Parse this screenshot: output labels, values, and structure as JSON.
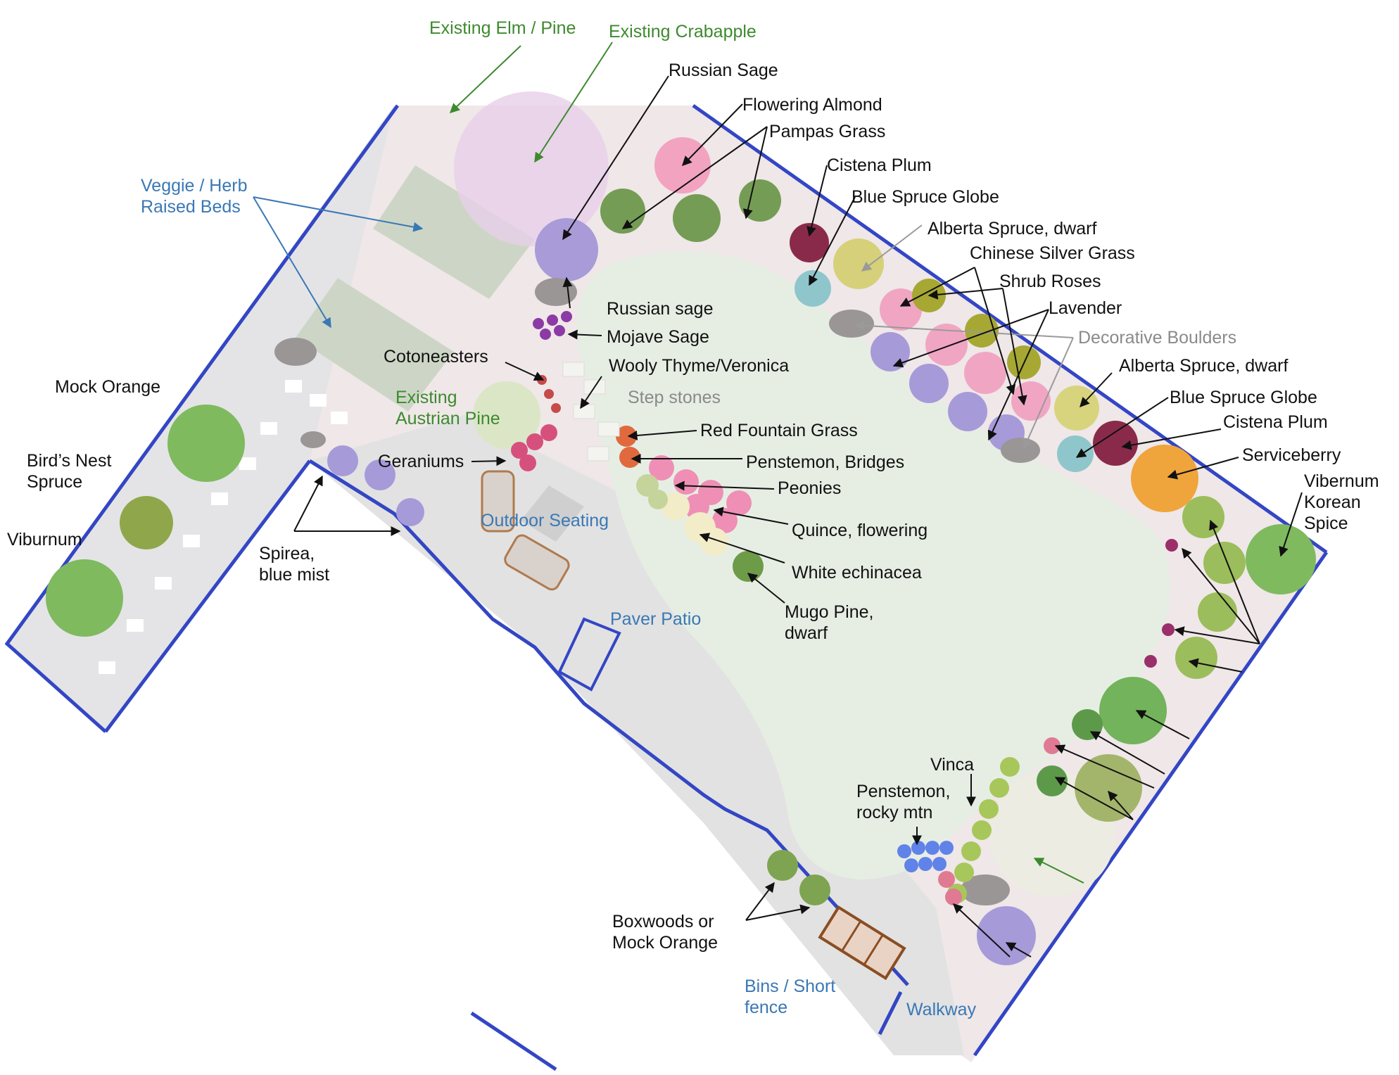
{
  "colors": {
    "lawn": "#e6eee4",
    "garden_bed": "#efe7e8",
    "paver": "#e3e3e3",
    "walkway": "#ecebea",
    "boundary": "#3346c4",
    "label_green": "#3d8a2e",
    "label_blue": "#3a78b5",
    "label_gray": "#8a8a8a",
    "label_black": "#111111"
  },
  "labels": {
    "existing_elm_pine": "Existing Elm / Pine",
    "existing_crabapple": "Existing Crabapple",
    "russian_sage_top": "Russian Sage",
    "flowering_almond": "Flowering Almond",
    "pampas_grass": "Pampas Grass",
    "cistena_plum_top": "Cistena Plum",
    "blue_spruce_globe_top": "Blue Spruce Globe",
    "alberta_spruce_top": "Alberta Spruce, dwarf",
    "chinese_silver_grass": "Chinese Silver Grass",
    "shrub_roses": "Shrub Roses",
    "lavender": "Lavender",
    "decorative_boulders": "Decorative Boulders",
    "alberta_spruce_right": "Alberta Spruce, dwarf",
    "blue_spruce_globe_right": "Blue Spruce Globe",
    "cistena_plum_right": "Cistena Plum",
    "serviceberry": "Serviceberry",
    "viburnum_korean_line1": "Vibernum",
    "viburnum_korean_line2": "Korean",
    "viburnum_korean_line3": "Spice",
    "veggie_beds_line1": "Veggie / Herb",
    "veggie_beds_line2": "Raised Beds",
    "russian_sage_lower": "Russian sage",
    "mojave_sage": "Mojave Sage",
    "cotoneasters": "Cotoneasters",
    "wooly_thyme": "Wooly Thyme/Veronica",
    "mock_orange": "Mock Orange",
    "existing_austrian_pine_line1": "Existing",
    "existing_austrian_pine_line2": "Austrian Pine",
    "step_stones": "Step stones",
    "red_fountain_grass": "Red Fountain Grass",
    "birds_nest_line1": "Bird’s Nest",
    "birds_nest_line2": "Spruce",
    "geraniums": "Geraniums",
    "penstemon_bridges": "Penstemon, Bridges",
    "peonies": "Peonies",
    "outdoor_seating": "Outdoor Seating",
    "viburnum": "Viburnum",
    "quince": "Quince, flowering",
    "spirea_line1": "Spirea,",
    "spirea_line2": "blue mist",
    "white_echinacea": "White echinacea",
    "mugo_line1": "Mugo Pine,",
    "mugo_line2": "dwarf",
    "paver_patio": "Paver Patio",
    "vinca": "Vinca",
    "penstemon_rocky_line1": "Penstemon,",
    "penstemon_rocky_line2": "rocky mtn",
    "boxwoods_line1": "Boxwoods or",
    "boxwoods_line2": "Mock Orange",
    "bins_line1": "Bins / Short",
    "bins_line2": "fence",
    "walkway": "Walkway"
  }
}
